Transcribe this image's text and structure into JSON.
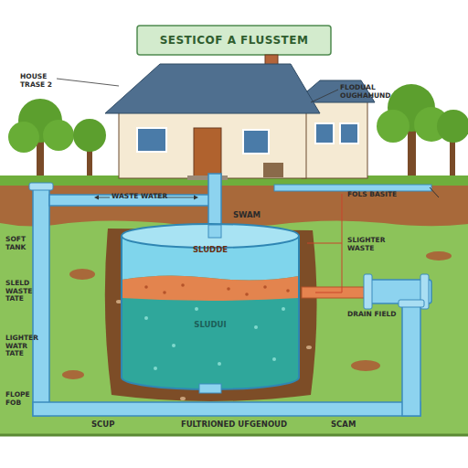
{
  "diagram": {
    "title": "SESTICOF A FLUSSTEM",
    "nodes": [
      {
        "text": [
          "SLUDDE",
          "SWAM",
          "SLUDUI"
        ]
      }
    ],
    "labels": [
      "HOUSE TRASE 2",
      "FLODUAL OUGHAHUND",
      "WASTE WATER",
      "FOLS BASITE",
      "SOFT TANK",
      "SLIGHTER WASTE",
      "DRAIN FIELD",
      "SLELD WASTE TATE",
      "LIGHTER WATR TATE",
      "FLOPE FOB",
      "SCUP",
      "FULTRIONED UFGENOUD",
      "SCAM"
    ]
  }
}
